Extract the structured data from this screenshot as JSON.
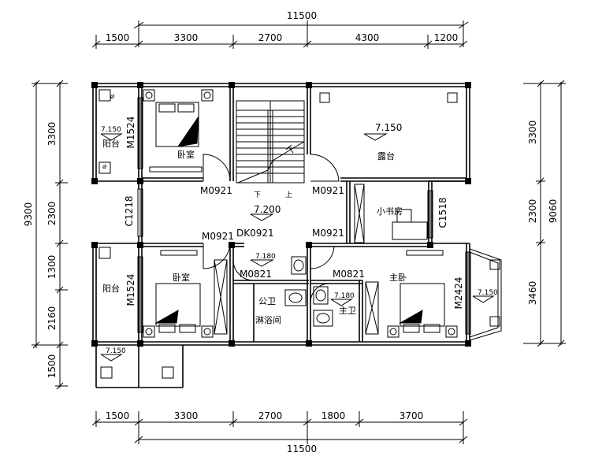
{
  "dimensions": {
    "top_total": "11500",
    "top": [
      "1500",
      "3300",
      "2700",
      "4300",
      "1200"
    ],
    "bottom": [
      "1500",
      "3300",
      "2700",
      "1800",
      "3700"
    ],
    "bottom_total": "11500",
    "left_total": "9300",
    "left": [
      "3300",
      "2300",
      "1300",
      "2160",
      "1500"
    ],
    "right": [
      "3300",
      "2300",
      "3460"
    ],
    "right_total": "9060"
  },
  "rooms": {
    "bedroom_nw": "卧室",
    "bedroom_sw": "卧室",
    "terrace": "露台",
    "study": "小书房",
    "master_bedroom": "主卧",
    "public_bath": "公卫",
    "shower_room": "淋浴间",
    "master_bath": "主卫",
    "balcony_nw": "阳台",
    "balcony_sw": "阳台"
  },
  "elevations": {
    "balcony_nw": "7.150",
    "terrace": "7.150",
    "hall": "7.200",
    "public_bath": "7.180",
    "master_bath": "7.180",
    "bay": "7.150",
    "balcony_sw": "7.150"
  },
  "openings": {
    "m1524_top": "M1524",
    "m0921_a": "M0921",
    "m0921_b": "M0921",
    "c1218": "C1218",
    "m0921_c": "M0921",
    "dk0921": "DK0921",
    "m0921_d": "M0921",
    "c1518": "C1518",
    "m0821_a": "M0821",
    "m0821_b": "M0821",
    "m1524_bottom": "M1524",
    "m2424": "M2424"
  },
  "stair": {
    "down": "下",
    "up": "上"
  }
}
